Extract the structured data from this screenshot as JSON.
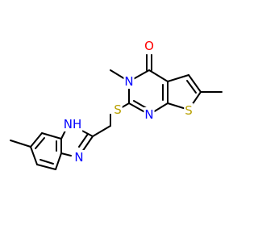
{
  "colors": {
    "bond": "#000000",
    "nitrogen": "#0000ff",
    "oxygen": "#ff0000",
    "sulfur": "#b8a000",
    "carbon": "#000000"
  },
  "atoms": {
    "carbonyl_oxygen": "O",
    "ring_n_methyl": "N",
    "ring_n_lower": "N",
    "thiophene_s": "S",
    "thioether_s": "S",
    "imidazole_nh": "NH",
    "imidazole_n": "N"
  }
}
